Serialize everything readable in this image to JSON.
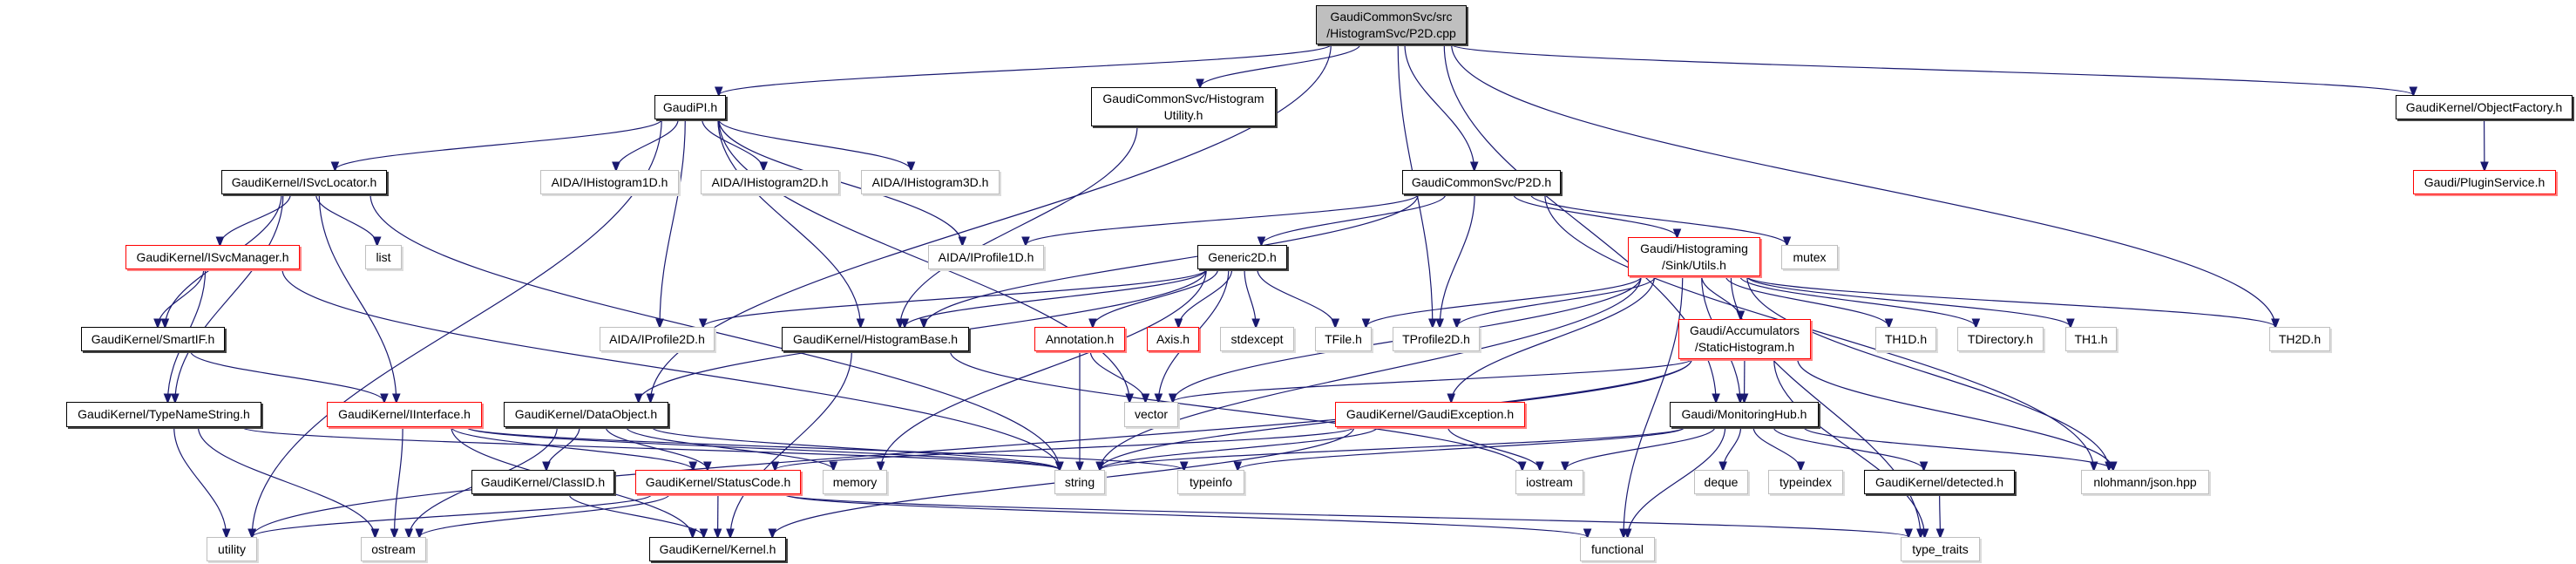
{
  "colors": {
    "edge": "#191970",
    "root_fill": "#bfbfbf",
    "truncated_border": "#ff0000",
    "external_border": "#bfbfbf",
    "documented_border": "#000000"
  },
  "nodes": [
    {
      "id": "p2dcpp",
      "lines": [
        "GaudiCommonSvc/src",
        "/HistogramSvc/P2D.cpp"
      ],
      "style": "root"
    },
    {
      "id": "gaudipi",
      "lines": [
        "GaudiPI.h"
      ],
      "style": "documented"
    },
    {
      "id": "histutil",
      "lines": [
        "GaudiCommonSvc/Histogram",
        "Utility.h"
      ],
      "style": "documented"
    },
    {
      "id": "p2dh",
      "lines": [
        "GaudiCommonSvc/P2D.h"
      ],
      "style": "documented"
    },
    {
      "id": "objfactory",
      "lines": [
        "GaudiKernel/ObjectFactory.h"
      ],
      "style": "documented"
    },
    {
      "id": "pluginservice",
      "lines": [
        "Gaudi/PluginService.h"
      ],
      "style": "truncated"
    },
    {
      "id": "isvclocator",
      "lines": [
        "GaudiKernel/ISvcLocator.h"
      ],
      "style": "documented"
    },
    {
      "id": "ihist1d",
      "lines": [
        "AIDA/IHistogram1D.h"
      ],
      "style": "external"
    },
    {
      "id": "ihist2d",
      "lines": [
        "AIDA/IHistogram2D.h"
      ],
      "style": "external"
    },
    {
      "id": "ihist3d",
      "lines": [
        "AIDA/IHistogram3D.h"
      ],
      "style": "external"
    },
    {
      "id": "isvcmanager",
      "lines": [
        "GaudiKernel/ISvcManager.h"
      ],
      "style": "truncated"
    },
    {
      "id": "list",
      "lines": [
        "list"
      ],
      "style": "external"
    },
    {
      "id": "iprofile1d",
      "lines": [
        "AIDA/IProfile1D.h"
      ],
      "style": "external"
    },
    {
      "id": "generic2d",
      "lines": [
        "Generic2D.h"
      ],
      "style": "documented"
    },
    {
      "id": "sinkutils",
      "lines": [
        "Gaudi/Histograming",
        "/Sink/Utils.h"
      ],
      "style": "truncated"
    },
    {
      "id": "mutex",
      "lines": [
        "mutex"
      ],
      "style": "external"
    },
    {
      "id": "smartif",
      "lines": [
        "GaudiKernel/SmartIF.h"
      ],
      "style": "documented"
    },
    {
      "id": "iprofile2d",
      "lines": [
        "AIDA/IProfile2D.h"
      ],
      "style": "external"
    },
    {
      "id": "histbase",
      "lines": [
        "GaudiKernel/HistogramBase.h"
      ],
      "style": "documented"
    },
    {
      "id": "annotation",
      "lines": [
        "Annotation.h"
      ],
      "style": "truncated"
    },
    {
      "id": "axis",
      "lines": [
        "Axis.h"
      ],
      "style": "truncated"
    },
    {
      "id": "stdexcept",
      "lines": [
        "stdexcept"
      ],
      "style": "external"
    },
    {
      "id": "tfile",
      "lines": [
        "TFile.h"
      ],
      "style": "external"
    },
    {
      "id": "tprofile2d",
      "lines": [
        "TProfile2D.h"
      ],
      "style": "external"
    },
    {
      "id": "statichist",
      "lines": [
        "Gaudi/Accumulators",
        "/StaticHistogram.h"
      ],
      "style": "truncated"
    },
    {
      "id": "th1d",
      "lines": [
        "TH1D.h"
      ],
      "style": "external"
    },
    {
      "id": "tdirectory",
      "lines": [
        "TDirectory.h"
      ],
      "style": "external"
    },
    {
      "id": "th1",
      "lines": [
        "TH1.h"
      ],
      "style": "external"
    },
    {
      "id": "th2d",
      "lines": [
        "TH2D.h"
      ],
      "style": "external"
    },
    {
      "id": "typenamestring",
      "lines": [
        "GaudiKernel/TypeNameString.h"
      ],
      "style": "documented"
    },
    {
      "id": "iinterface",
      "lines": [
        "GaudiKernel/IInterface.h"
      ],
      "style": "truncated"
    },
    {
      "id": "dataobject",
      "lines": [
        "GaudiKernel/DataObject.h"
      ],
      "style": "documented"
    },
    {
      "id": "vector",
      "lines": [
        "vector"
      ],
      "style": "external"
    },
    {
      "id": "gaudiexception",
      "lines": [
        "GaudiKernel/GaudiException.h"
      ],
      "style": "truncated"
    },
    {
      "id": "monitoringhub",
      "lines": [
        "Gaudi/MonitoringHub.h"
      ],
      "style": "documented"
    },
    {
      "id": "classid",
      "lines": [
        "GaudiKernel/ClassID.h"
      ],
      "style": "documented"
    },
    {
      "id": "statuscode",
      "lines": [
        "GaudiKernel/StatusCode.h"
      ],
      "style": "truncated"
    },
    {
      "id": "memory",
      "lines": [
        "memory"
      ],
      "style": "external"
    },
    {
      "id": "string",
      "lines": [
        "string"
      ],
      "style": "external"
    },
    {
      "id": "typeinfo",
      "lines": [
        "typeinfo"
      ],
      "style": "external"
    },
    {
      "id": "iostream",
      "lines": [
        "iostream"
      ],
      "style": "external"
    },
    {
      "id": "deque",
      "lines": [
        "deque"
      ],
      "style": "external"
    },
    {
      "id": "typeindex",
      "lines": [
        "typeindex"
      ],
      "style": "external"
    },
    {
      "id": "detected",
      "lines": [
        "GaudiKernel/detected.h"
      ],
      "style": "documented"
    },
    {
      "id": "nlohmann",
      "lines": [
        "nlohmann/json.hpp"
      ],
      "style": "external"
    },
    {
      "id": "utility",
      "lines": [
        "utility"
      ],
      "style": "external"
    },
    {
      "id": "ostream",
      "lines": [
        "ostream"
      ],
      "style": "external"
    },
    {
      "id": "kernel",
      "lines": [
        "GaudiKernel/Kernel.h"
      ],
      "style": "documented"
    },
    {
      "id": "functional",
      "lines": [
        "functional"
      ],
      "style": "external"
    },
    {
      "id": "typetraits",
      "lines": [
        "type_traits"
      ],
      "style": "external"
    }
  ],
  "edges": [
    [
      "p2dcpp",
      "gaudipi"
    ],
    [
      "p2dcpp",
      "histutil"
    ],
    [
      "p2dcpp",
      "p2dh"
    ],
    [
      "p2dcpp",
      "tprofile2d"
    ],
    [
      "p2dcpp",
      "th2d"
    ],
    [
      "p2dcpp",
      "dataobject"
    ],
    [
      "p2dcpp",
      "objfactory"
    ],
    [
      "p2dcpp",
      "monitoringhub"
    ],
    [
      "objfactory",
      "pluginservice"
    ],
    [
      "gaudipi",
      "isvclocator"
    ],
    [
      "gaudipi",
      "ihist1d"
    ],
    [
      "gaudipi",
      "ihist2d"
    ],
    [
      "gaudipi",
      "ihist3d"
    ],
    [
      "gaudipi",
      "iprofile1d"
    ],
    [
      "gaudipi",
      "iprofile2d"
    ],
    [
      "gaudipi",
      "histbase"
    ],
    [
      "gaudipi",
      "utility"
    ],
    [
      "gaudipi",
      "vector"
    ],
    [
      "histutil",
      "histbase"
    ],
    [
      "isvclocator",
      "isvcmanager"
    ],
    [
      "isvclocator",
      "list"
    ],
    [
      "isvclocator",
      "smartif"
    ],
    [
      "isvclocator",
      "typenamestring"
    ],
    [
      "isvclocator",
      "iinterface"
    ],
    [
      "isvclocator",
      "string"
    ],
    [
      "isvcmanager",
      "smartif"
    ],
    [
      "isvcmanager",
      "typenamestring"
    ],
    [
      "isvcmanager",
      "string"
    ],
    [
      "smartif",
      "iinterface"
    ],
    [
      "typenamestring",
      "utility"
    ],
    [
      "typenamestring",
      "ostream"
    ],
    [
      "typenamestring",
      "string"
    ],
    [
      "iinterface",
      "ostream"
    ],
    [
      "iinterface",
      "kernel"
    ],
    [
      "iinterface",
      "statuscode"
    ],
    [
      "iinterface",
      "string"
    ],
    [
      "iinterface",
      "typeinfo"
    ],
    [
      "dataobject",
      "classid"
    ],
    [
      "dataobject",
      "statuscode"
    ],
    [
      "dataobject",
      "ostream"
    ],
    [
      "dataobject",
      "string"
    ],
    [
      "dataobject",
      "memory"
    ],
    [
      "classid",
      "kernel"
    ],
    [
      "statuscode",
      "kernel"
    ],
    [
      "statuscode",
      "utility"
    ],
    [
      "statuscode",
      "ostream"
    ],
    [
      "statuscode",
      "functional"
    ],
    [
      "statuscode",
      "typetraits"
    ],
    [
      "histbase",
      "kernel"
    ],
    [
      "histbase",
      "iostream"
    ],
    [
      "p2dh",
      "iprofile1d"
    ],
    [
      "p2dh",
      "generic2d"
    ],
    [
      "p2dh",
      "sinkutils"
    ],
    [
      "p2dh",
      "mutex"
    ],
    [
      "p2dh",
      "tprofile2d"
    ],
    [
      "p2dh",
      "nlohmann"
    ],
    [
      "p2dh",
      "histbase"
    ],
    [
      "generic2d",
      "iprofile2d"
    ],
    [
      "generic2d",
      "histbase"
    ],
    [
      "generic2d",
      "annotation"
    ],
    [
      "generic2d",
      "axis"
    ],
    [
      "generic2d",
      "stdexcept"
    ],
    [
      "generic2d",
      "tfile"
    ],
    [
      "generic2d",
      "dataobject"
    ],
    [
      "generic2d",
      "memory"
    ],
    [
      "generic2d",
      "vector"
    ],
    [
      "annotation",
      "vector"
    ],
    [
      "annotation",
      "string"
    ],
    [
      "sinkutils",
      "tfile"
    ],
    [
      "sinkutils",
      "tprofile2d"
    ],
    [
      "sinkutils",
      "statichist"
    ],
    [
      "sinkutils",
      "th1d"
    ],
    [
      "sinkutils",
      "tdirectory"
    ],
    [
      "sinkutils",
      "th1"
    ],
    [
      "sinkutils",
      "th2d"
    ],
    [
      "sinkutils",
      "nlohmann"
    ],
    [
      "sinkutils",
      "monitoringhub"
    ],
    [
      "sinkutils",
      "gaudiexception"
    ],
    [
      "sinkutils",
      "functional"
    ],
    [
      "sinkutils",
      "string"
    ],
    [
      "sinkutils",
      "vector"
    ],
    [
      "sinkutils",
      "typetraits"
    ],
    [
      "statichist",
      "monitoringhub"
    ],
    [
      "statichist",
      "vector"
    ],
    [
      "statichist",
      "utility"
    ],
    [
      "statichist",
      "nlohmann"
    ],
    [
      "statichist",
      "typetraits"
    ],
    [
      "statichist",
      "string"
    ],
    [
      "gaudiexception",
      "iostream"
    ],
    [
      "gaudiexception",
      "string"
    ],
    [
      "gaudiexception",
      "kernel"
    ],
    [
      "gaudiexception",
      "statuscode"
    ],
    [
      "monitoringhub",
      "iostream"
    ],
    [
      "monitoringhub",
      "deque"
    ],
    [
      "monitoringhub",
      "typeindex"
    ],
    [
      "monitoringhub",
      "detected"
    ],
    [
      "monitoringhub",
      "nlohmann"
    ],
    [
      "monitoringhub",
      "functional"
    ],
    [
      "monitoringhub",
      "string"
    ],
    [
      "monitoringhub",
      "typeinfo"
    ],
    [
      "detected",
      "typetraits"
    ]
  ]
}
